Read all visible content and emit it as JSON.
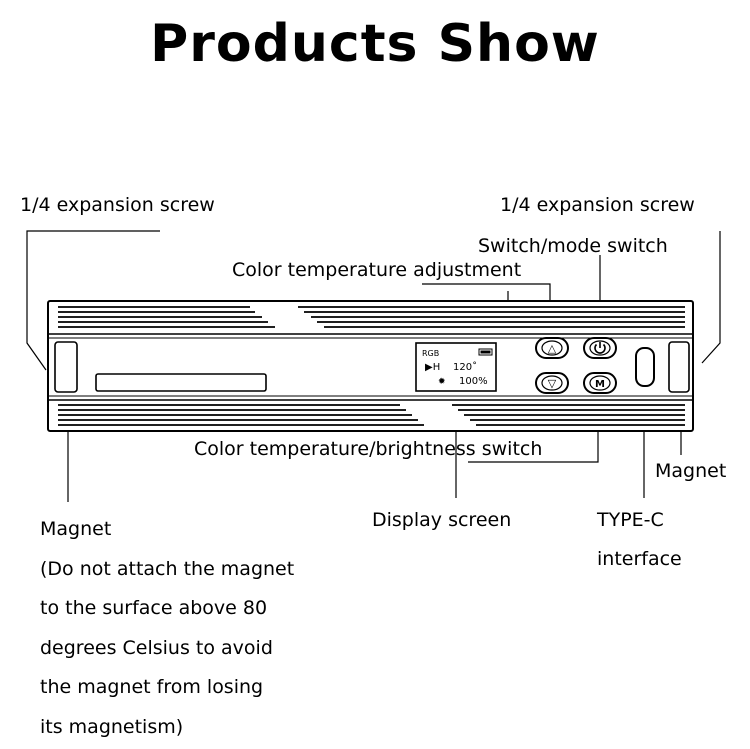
{
  "title": "Products Show",
  "labels": {
    "left_screw": "1/4 expansion screw",
    "right_screw": "1/4 expansion screw",
    "mode_switch": "Switch/mode switch",
    "color_temp_adjust": "Color temperature adjustment",
    "ct_brightness_switch": "Color temperature/brightness switch",
    "magnet_right": "Magnet",
    "display_screen": "Display screen",
    "type_c_line1": "TYPE-C",
    "type_c_line2": "interface"
  },
  "magnet_note": [
    "Magnet",
    "(Do not attach the magnet",
    "to the surface above 80",
    "degrees Celsius to avoid",
    "the magnet from losing",
    "its magnetism)"
  ],
  "screen": {
    "mode": "RGB",
    "hue_label": "▶H",
    "hue_value": "120˚",
    "brightness_icon": "✹",
    "brightness_value": "100%"
  },
  "buttons": {
    "up_icon": "△",
    "down_icon": "▽",
    "power_icon": "power-icon",
    "mode_letter": "M"
  }
}
